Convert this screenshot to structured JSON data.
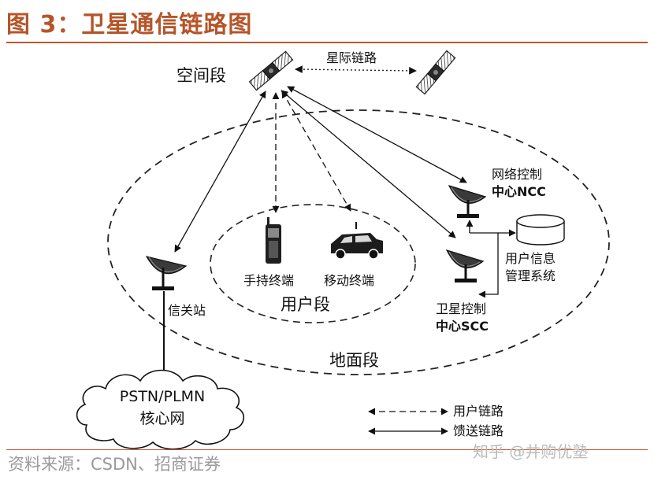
{
  "header": {
    "title": "图 3：卫星通信链路图"
  },
  "diagram": {
    "space_segment": "空间段",
    "inter_satellite_link": "星际链路",
    "ground_segment": "地面段",
    "user_segment": "用户段",
    "handheld_terminal": "手持终端",
    "mobile_terminal": "移动终端",
    "gateway": "信关站",
    "ncc_line1": "网络控制",
    "ncc_line2": "中心NCC",
    "scc_line1": "卫星控制",
    "scc_line2": "中心SCC",
    "user_info_line1": "用户信息",
    "user_info_line2": "管理系统",
    "core_line1": "PSTN/PLMN",
    "core_line2": "核心网",
    "legend_user_link": "用户链路",
    "legend_feeder_link": "馈送链路"
  },
  "footer": {
    "source": "资料来源：CSDN、招商证券",
    "watermark": "知乎 @井购优塾"
  },
  "colors": {
    "accent": "#c2562b",
    "title": "#b5552a",
    "ink": "#111111"
  }
}
